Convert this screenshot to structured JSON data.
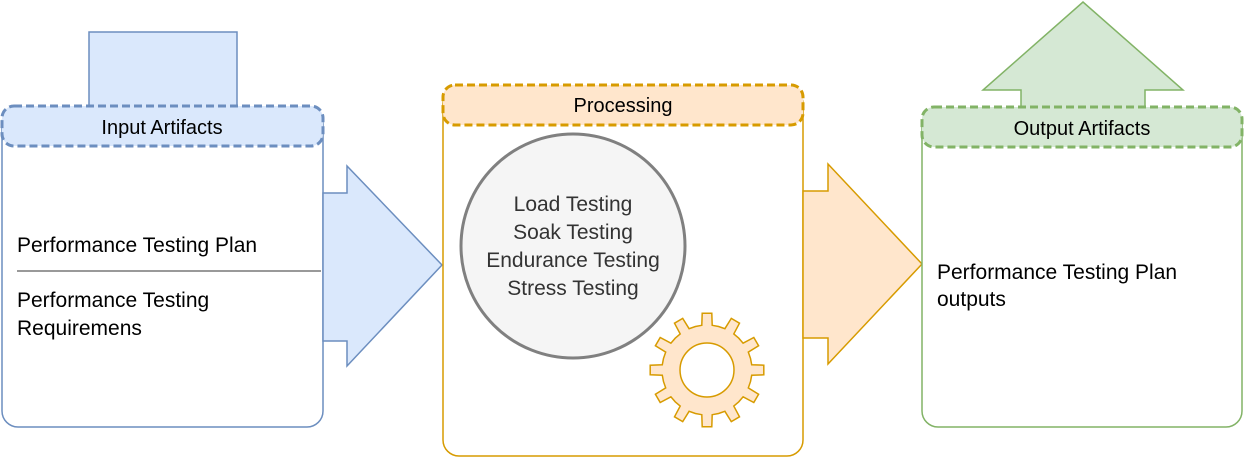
{
  "input": {
    "title": "Input Artifacts",
    "items": [
      "Performance Testing Plan",
      "Performance Testing",
      "Requiremens"
    ]
  },
  "processing": {
    "title": "Processing",
    "items": [
      "Load Testing",
      "Soak Testing",
      "Endurance Testing",
      "Stress Testing"
    ],
    "icon": "gear-icon"
  },
  "output": {
    "title": "Output Artifacts",
    "items": [
      "Performance Testing Plan",
      "outputs"
    ]
  },
  "colors": {
    "blue_fill": "#dae8fc",
    "blue_stroke": "#6c8ebf",
    "orange_fill": "#ffe6cc",
    "orange_stroke": "#d79b00",
    "green_fill": "#d5e8d4",
    "green_stroke": "#82b366",
    "circle_fill": "#f5f5f5",
    "circle_stroke": "#808080",
    "text_dark": "#000000",
    "text_gray": "#333333"
  }
}
